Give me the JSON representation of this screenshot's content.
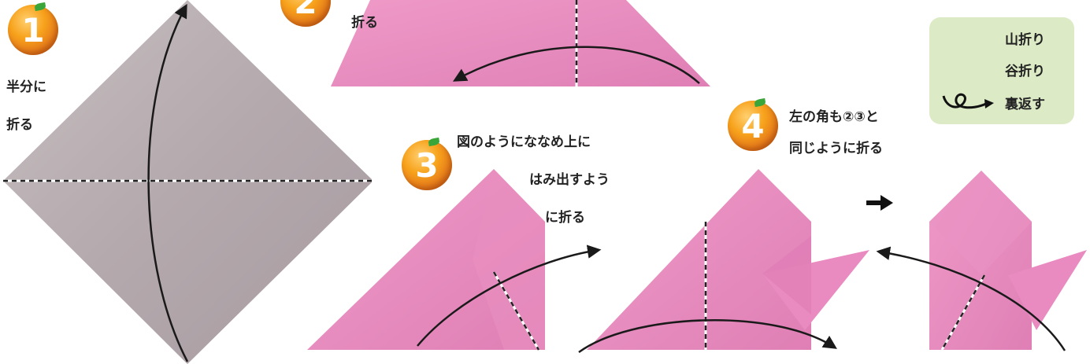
{
  "colors": {
    "paper_gray": "#b5aaae",
    "paper_pink": "#e788bd",
    "legend_bg": "#dcebc6",
    "badge_orange": "#f7a21b",
    "valley_line_color": "#ffffff",
    "mountain_line_color": "#3b9ad4"
  },
  "steps": [
    {
      "number": "1",
      "lines": [
        "半分に",
        "折る"
      ]
    },
    {
      "number": "2",
      "lines": [
        "折る"
      ]
    },
    {
      "number": "3",
      "lines": [
        "図のようにななめ上に",
        "はみ出すよう",
        "に折る"
      ]
    },
    {
      "number": "4",
      "lines": [
        "左の角も②③と",
        "同じように折る"
      ]
    }
  ],
  "legend": {
    "mountain": "山折り",
    "valley": "谷折り",
    "flip": "裏返す"
  },
  "icons": {
    "badge": "orange-number-badge-icon",
    "next": "right-arrow-icon",
    "flip": "loop-arrow-icon"
  }
}
